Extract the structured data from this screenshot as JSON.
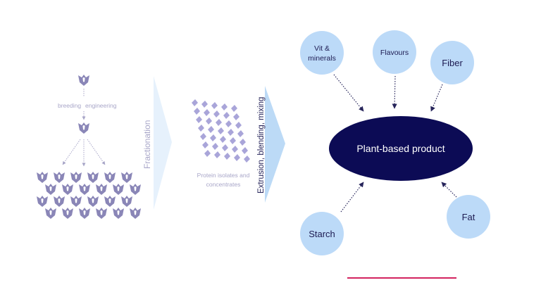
{
  "left": {
    "breeding_label": "breeding",
    "engineering_label": "engineering"
  },
  "fractionation_label": "Fractionation",
  "protein_label_line1": "Protein isolates and",
  "protein_label_line2": "concentrates",
  "extrusion_label": "Extrusion, blending, mixing",
  "center_label": "Plant-based product",
  "ingredients": {
    "vit_line1": "Vit &",
    "vit_line2": "minerals",
    "flavours": "Flavours",
    "fiber": "Fiber",
    "starch": "Starch",
    "fat": "Fat"
  },
  "colors": {
    "pea": "#8a86b7",
    "circle_fill": "#bcdaf8",
    "ellipse_fill": "#0c0b55",
    "chevron_light": "#e6f1fc",
    "chevron_mid": "#bcdaf6",
    "accent_line": "#d3245f",
    "arrow": "#26245a"
  }
}
